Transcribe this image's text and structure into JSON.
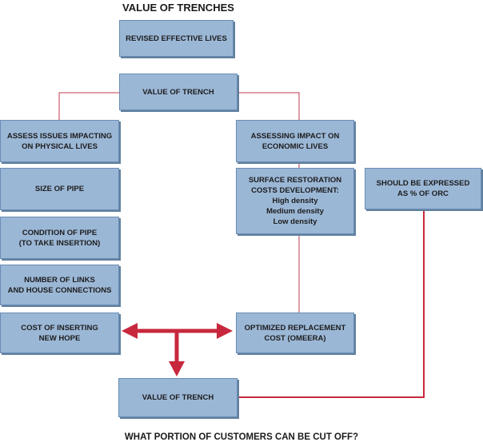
{
  "title": "VALUE OF TRENCHES",
  "footer": "WHAT PORTION OF CUSTOMERS CAN BE CUT OFF?",
  "colors": {
    "box_fill": "#9bb7d6",
    "box_border": "#6a8db5",
    "connector": "#c0394b",
    "arrow": "#c8283d"
  },
  "boxes": {
    "revised_effective_lives": "REVISED EFFECTIVE LIVES",
    "value_of_trench_top": "VALUE OF TRENCH",
    "assess_physical": "ASSESS ISSUES IMPACTING\nON PHYSICAL LIVES",
    "size_of_pipe": "SIZE OF PIPE",
    "condition_of_pipe": "CONDITION OF PIPE\n(TO TAKE INSERTION)",
    "number_of_links": "NUMBER OF LINKS\nAND HOUSE CONNECTIONS",
    "cost_of_inserting": "COST OF INSERTING\nNEW HOPE",
    "assessing_economic": "ASSESSING IMPACT ON\nECONOMIC LIVES",
    "surface_restoration": {
      "heading": "SURFACE RESTORATION\nCOSTS DEVELOPMENT:",
      "items": [
        "High density",
        "Medium density",
        "Low density"
      ]
    },
    "should_be_expressed": "SHOULD BE EXPRESSED\nAS % OF ORC",
    "optimized_replacement": "OPTIMIZED REPLACEMENT\nCOST (OMEERA)",
    "value_of_trench_bottom": "VALUE OF TRENCH"
  }
}
